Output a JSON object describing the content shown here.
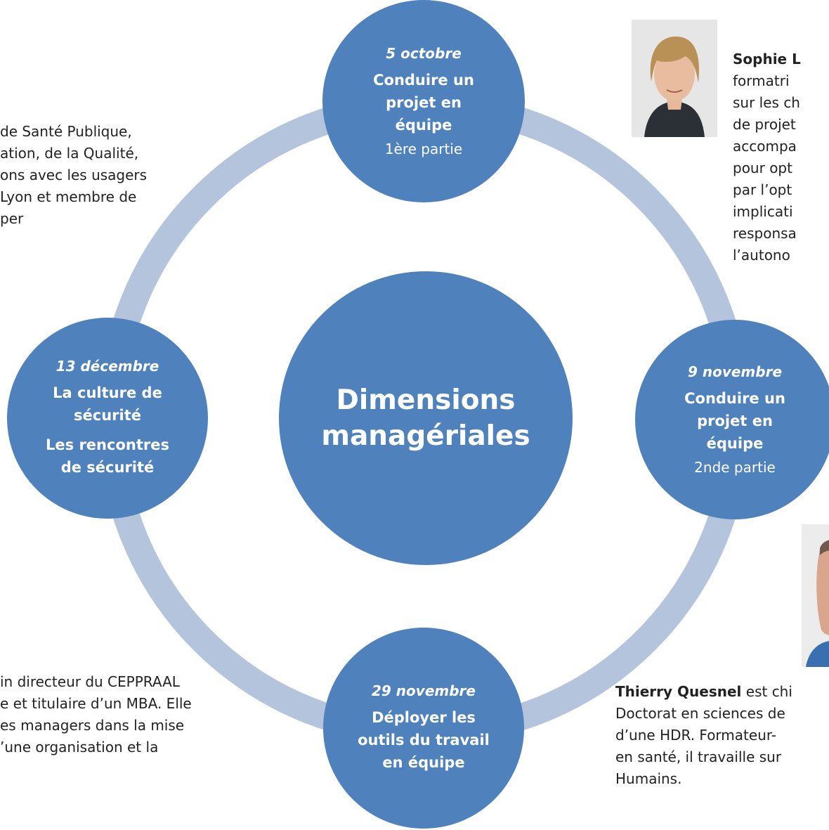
{
  "colors": {
    "node_fill": "#4f81bd",
    "ring": "#b4c4dd",
    "node_text": "#ffffff",
    "body_text": "#222222"
  },
  "center": {
    "lines": [
      "Dimensions",
      "managériales"
    ]
  },
  "nodes": {
    "top": {
      "date": "5 octobre",
      "title_lines": [
        "Conduire un",
        "projet en",
        "équipe"
      ],
      "part": "1ère partie"
    },
    "right": {
      "date": "9 novembre",
      "title_lines": [
        "Conduire un",
        "projet en",
        "équipe"
      ],
      "part": "2nde partie"
    },
    "bottom": {
      "date": "29 novembre",
      "title_lines": [
        "Déployer les",
        "outils du travail",
        "en équipe"
      ]
    },
    "left": {
      "date": "13 décembre",
      "title_lines": [
        "La culture de",
        "sécurité"
      ],
      "title2_lines": [
        "Les rencontres",
        "de sécurité"
      ]
    }
  },
  "left_top_text": [
    "de Santé Publique,",
    "ation, de la Qualité,",
    "ons avec les usagers",
    "Lyon et membre de",
    "per"
  ],
  "left_bottom_text": [
    "in directeur du CEPPRAAL",
    "e et titulaire d’un MBA. Elle",
    "es managers dans  la mise",
    "’une organisation et la"
  ],
  "sophie": {
    "name": "Sophie L",
    "lines": [
      "formatri",
      "sur les ch",
      "de projet",
      "accompa",
      "pour opt",
      "par l’opt",
      "implicati",
      "responsa",
      "l’autono"
    ]
  },
  "thierry": {
    "name": "Thierry Quesnel",
    "first_rest": " est chi",
    "lines": [
      "Doctorat en sciences de",
      "d’une HDR. Formateur-",
      "en santé, il travaille sur",
      "Humains."
    ]
  }
}
